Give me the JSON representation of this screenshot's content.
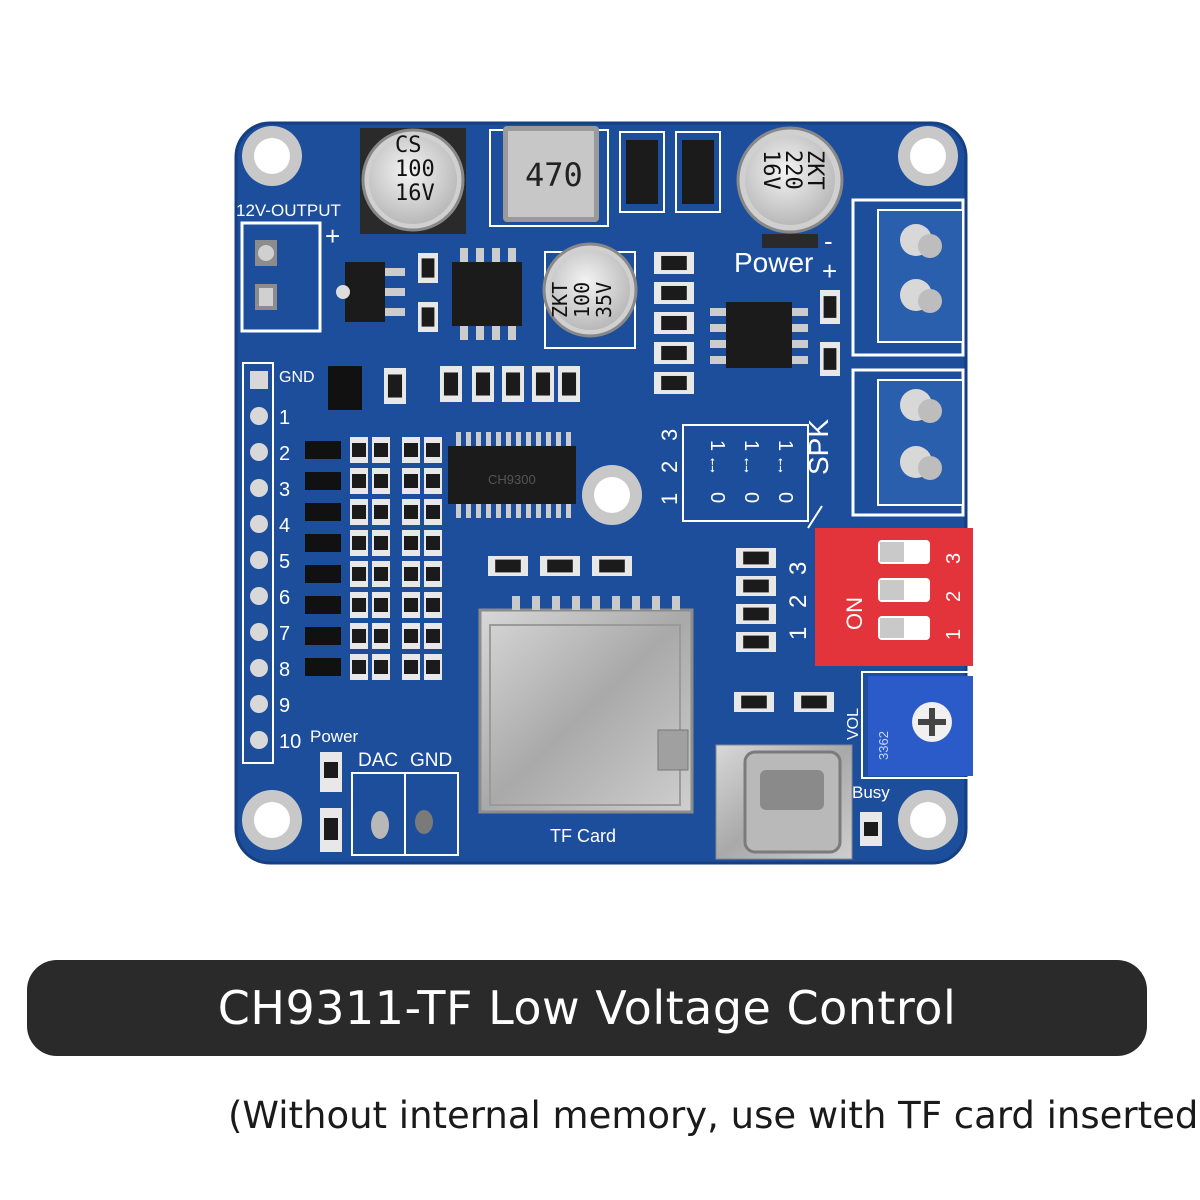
{
  "board": {
    "output_label": "12V-OUTPUT",
    "plus": "+",
    "minus": "-",
    "cap_cs": [
      "CS",
      "100",
      "16V"
    ],
    "inductor": "470",
    "cap_zkt_220": [
      "ZKT",
      "220",
      "16V"
    ],
    "cap_zkt_100": [
      "ZKT",
      "100",
      "35V"
    ],
    "power_label": "Power",
    "speaker_label": "SPK",
    "chip_label": "CH9300",
    "pins": [
      "GND",
      "1",
      "2",
      "3",
      "4",
      "5",
      "6",
      "7",
      "8",
      "9",
      "10"
    ],
    "power_led_label": "Power",
    "dac_label": "DAC",
    "gnd_label": "GND",
    "tf_card_label": "TF Card",
    "busy_label": "Busy",
    "vol_label": "VOL",
    "switch_label": "ON",
    "switch_numbers": [
      "1",
      "2",
      "3"
    ],
    "pot_code": "3362",
    "mode_table": {
      "left_cols": [
        "1",
        "2",
        "3"
      ],
      "rows": [
        [
          "1",
          "0"
        ],
        [
          "1",
          "0"
        ],
        [
          "1",
          "0"
        ]
      ]
    }
  },
  "caption": {
    "title": "CH9311-TF Low Voltage Control",
    "note": "(Without internal memory, use with TF card inserted)"
  },
  "colors": {
    "pcb_blue": "#1c4e9c",
    "silkscreen": "#ffffff",
    "dip_switch": "#e4343b",
    "potentiometer": "#2a5bc8",
    "caption_bar": "#2a2a2a"
  }
}
